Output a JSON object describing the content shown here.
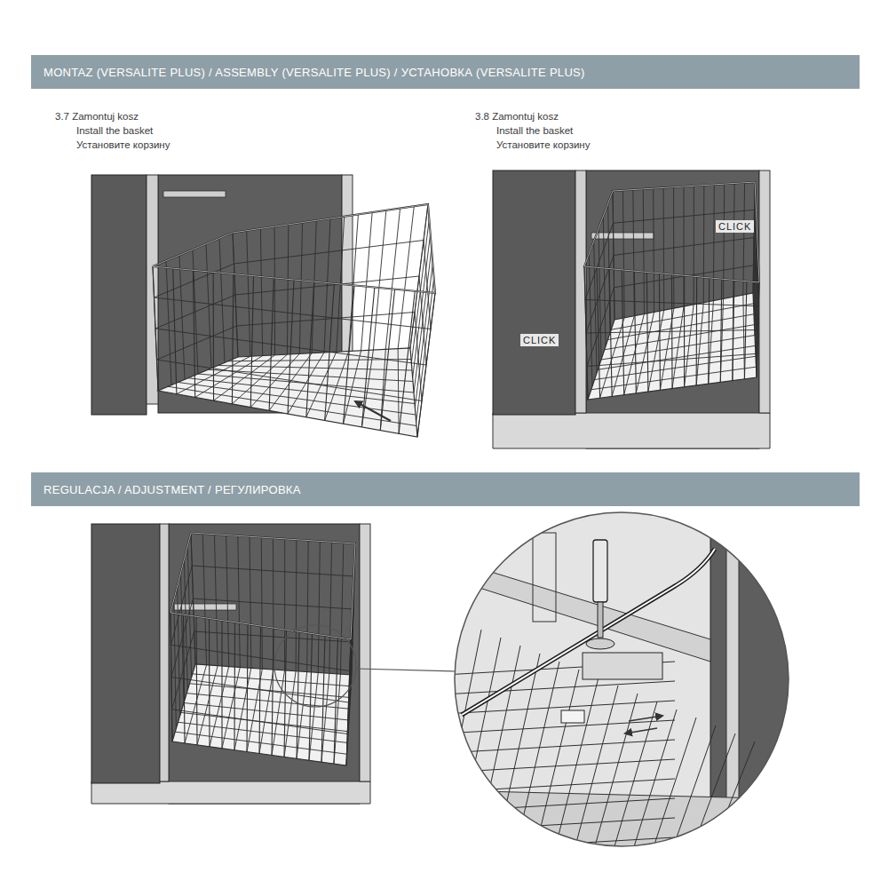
{
  "diagram": {
    "nodes": [
      {
        "text": [
          "MONTAZ (VERSALITE PLUS) / ASSEMBLY (VERSALITE PLUS) / УСТАНОВКА (VERSALITE PLUS)"
        ]
      },
      {
        "text": [
          "REGULACJA / ADJUSTMENT / РЕГУЛИРОВКА"
        ]
      }
    ],
    "labels": [
      "3.7 Zamontuj kosz",
      "Install the basket",
      "Установите корзину",
      "3.8 Zamontuj kosz",
      "Install the basket",
      "Установите корзину",
      "CLICK",
      "CLICK"
    ]
  }
}
